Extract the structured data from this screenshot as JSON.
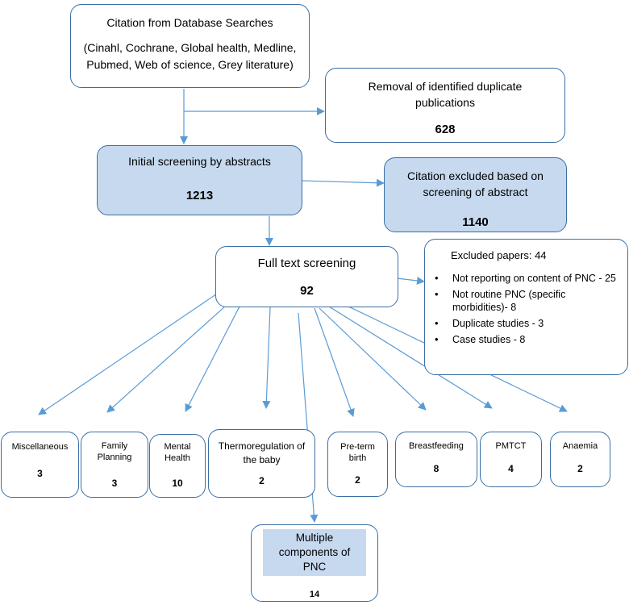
{
  "database": {
    "title": "Citation from Database Searches",
    "sources": "(Cinahl, Cochrane, Global health, Medline, Pubmed, Web of science, Grey literature)"
  },
  "duplicates": {
    "label": "Removal of identified duplicate publications",
    "count": "628"
  },
  "initial": {
    "label": "Initial screening by abstracts",
    "count": "1213"
  },
  "excluded_abstract": {
    "label": "Citation excluded based on screening of abstract",
    "count": "1140"
  },
  "fulltext": {
    "label": "Full text screening",
    "count": "92"
  },
  "excluded_papers": {
    "title": "Excluded papers: 44",
    "reasons": [
      "Not reporting on content of PNC - 25",
      "Not routine PNC (specific morbidities)- 8",
      "Duplicate studies - 3",
      "Case studies - 8"
    ]
  },
  "categories": [
    {
      "label": "Miscellaneous",
      "count": "3"
    },
    {
      "label": "Family Planning",
      "count": "3"
    },
    {
      "label": "Mental Health",
      "count": "10"
    },
    {
      "label": "Thermoregulation of the baby",
      "count": "2"
    },
    {
      "label": "Pre-term birth",
      "count": "2"
    },
    {
      "label": "Breastfeeding",
      "count": "8"
    },
    {
      "label": "PMTCT",
      "count": "4"
    },
    {
      "label": "Anaemia",
      "count": "2"
    }
  ],
  "multiple": {
    "label": "Multiple components of PNC",
    "count": "14"
  },
  "colors": {
    "border": "#3a6fa3",
    "highlight": "#c6d9ef",
    "arrow": "#5b9bd5"
  }
}
